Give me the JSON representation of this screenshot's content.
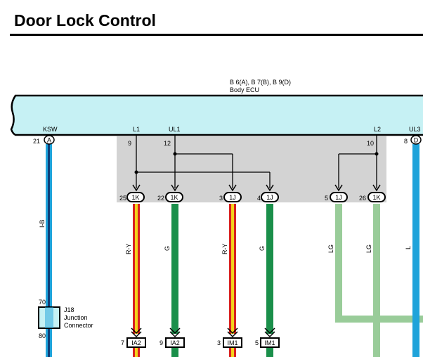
{
  "page_title": "Door Lock Control",
  "ecu": {
    "connectors_label": "B 6(A), B 7(B), B 9(D)",
    "name": "Body ECU",
    "fill_color": "#c6f1f4"
  },
  "ecu_terminals": [
    {
      "name": "KSW",
      "pin": "21",
      "connector": "A"
    },
    {
      "name": "L1",
      "pin": "9",
      "connector": ""
    },
    {
      "name": "UL1",
      "pin": "12",
      "connector": ""
    },
    {
      "name": "L2",
      "pin": "10",
      "connector": ""
    },
    {
      "name": "UL3",
      "pin": "8",
      "connector": "D"
    }
  ],
  "junction_block_fill": "#d3d3d3",
  "junction_pins": [
    {
      "pin": "25",
      "connector": "1K"
    },
    {
      "pin": "22",
      "connector": "1K"
    },
    {
      "pin": "3",
      "connector": "1J"
    },
    {
      "pin": "4",
      "connector": "1J"
    },
    {
      "pin": "5",
      "connector": "1J"
    },
    {
      "pin": "26",
      "connector": "1K"
    }
  ],
  "wires": [
    {
      "label": "I-B",
      "color": "#1fa3da",
      "stripe": "#0d3e78"
    },
    {
      "label": "R-Y",
      "color": "#d92020",
      "stripe": "#f3d21c"
    },
    {
      "label": "G",
      "color": "#1a8f4a",
      "stripe": ""
    },
    {
      "label": "R-Y",
      "color": "#d92020",
      "stripe": "#f3d21c"
    },
    {
      "label": "G",
      "color": "#1a8f4a",
      "stripe": ""
    },
    {
      "label": "LG",
      "color": "#99cc99",
      "stripe": ""
    },
    {
      "label": "LG",
      "color": "#99cc99",
      "stripe": ""
    },
    {
      "label": "L",
      "color": "#1fa3da",
      "stripe": ""
    }
  ],
  "junction_connector": {
    "id": "J18",
    "line1": "Junction",
    "line2": "Connector",
    "pin_top": "70",
    "pin_bottom": "80",
    "fill_color": "#c6f1f4"
  },
  "bottom_connectors": [
    {
      "pin": "7",
      "connector": "IA2"
    },
    {
      "pin": "9",
      "connector": "IA2"
    },
    {
      "pin": "3",
      "connector": "IM1"
    },
    {
      "pin": "5",
      "connector": "IM1"
    }
  ]
}
